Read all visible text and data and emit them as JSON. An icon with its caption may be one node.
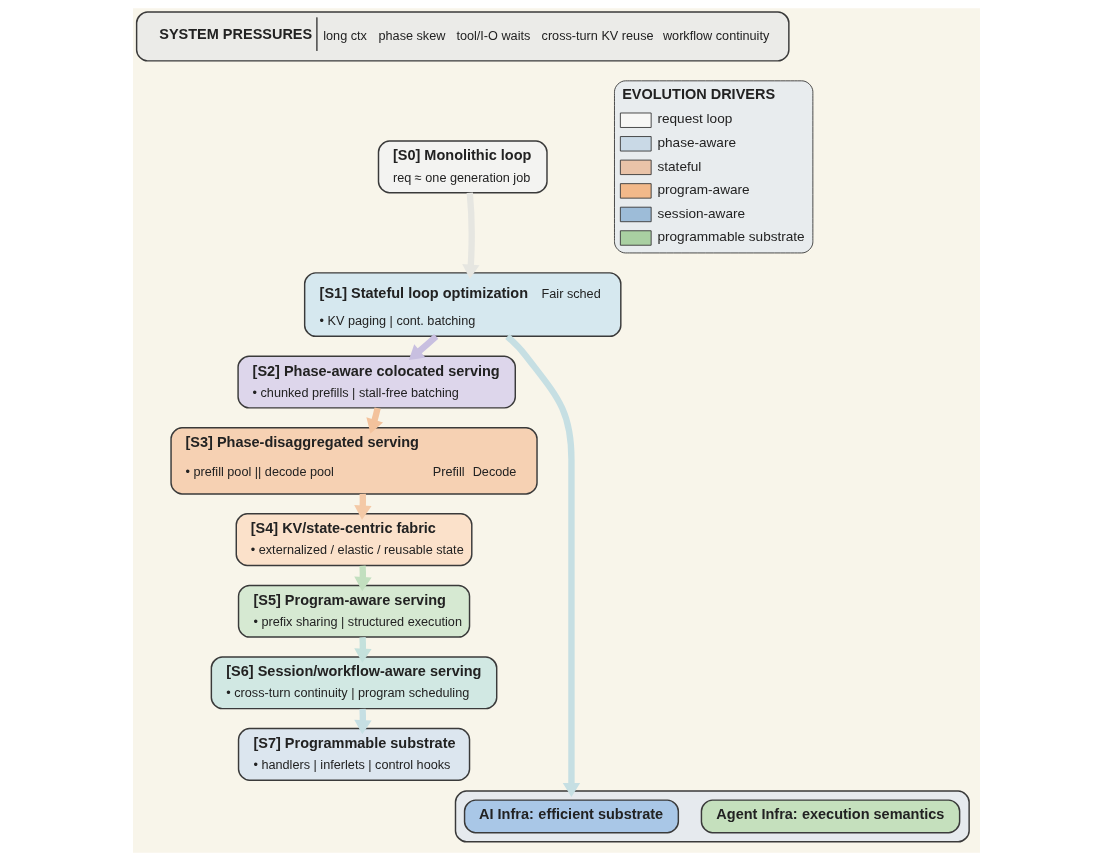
{
  "diagram": {
    "nodes": [
      {
        "text": [
          "SYSTEM PRESSURES",
          "long ctx",
          "phase skew",
          "tool/I-O waits",
          "cross-turn KV reuse",
          "workflow continuity"
        ]
      },
      {
        "text": [
          "[S0] Monolithic loop",
          "req ≈ one generation job"
        ]
      },
      {
        "text": [
          "[S1] Stateful loop optimization",
          "Fair sched",
          "• KV paging | cont. batching"
        ]
      },
      {
        "text": [
          "[S2] Phase-aware colocated serving",
          "• chunked prefills | stall-free batching"
        ]
      },
      {
        "text": [
          "[S3] Phase-disaggregated serving",
          "• prefill pool || decode pool",
          "Prefill",
          "Decode"
        ]
      },
      {
        "text": [
          "[S4] KV/state-centric fabric",
          "• externalized / elastic / reusable state"
        ]
      },
      {
        "text": [
          "[S5] Program-aware serving",
          "• prefix sharing | structured execution"
        ]
      },
      {
        "text": [
          "[S6] Session/workflow-aware serving",
          "• cross-turn continuity | program scheduling"
        ]
      },
      {
        "text": [
          "[S7] Programmable substrate",
          "• handlers | inferlets | control hooks"
        ]
      },
      {
        "text": [],
        "shape": "box"
      },
      {
        "text": [
          "**AI Infra:** efficient substrate"
        ],
        "in": 9
      },
      {
        "text": [
          "**Agent Infra:** execution semantics"
        ],
        "in": 9
      }
    ],
    "edges": [
      {
        "from": 1,
        "to": 2,
        "arrow": "to",
        "color": "#e6e6e1"
      },
      {
        "from": 2,
        "to": 3,
        "arrow": "to",
        "color": "#c8bfe0"
      },
      {
        "from": 2,
        "to": 9,
        "arrow": "to",
        "color": "#c6dfe3"
      },
      {
        "from": 3,
        "to": 4,
        "arrow": "to",
        "color": "#f3c29c"
      },
      {
        "from": 4,
        "to": 5,
        "arrow": "to",
        "color": "#f4c9a6"
      },
      {
        "from": 5,
        "to": 6,
        "arrow": "to",
        "color": "#c2dfbf"
      },
      {
        "from": 6,
        "to": 7,
        "arrow": "to",
        "color": "#c4e1dc"
      },
      {
        "from": 7,
        "to": 8,
        "arrow": "to",
        "color": "#c6dfe3"
      }
    ],
    "labels": [
      "EVOLUTION DRIVERS"
    ],
    "legend": [
      {
        "text": "request loop",
        "color": "#f7f7f5"
      },
      {
        "text": "phase-aware",
        "color": "#c9d9e6"
      },
      {
        "text": "stateful",
        "color": "#e9c3a8"
      },
      {
        "text": "program-aware",
        "color": "#f2b98a"
      },
      {
        "text": "session-aware",
        "color": "#9dbcd8"
      },
      {
        "text": "programmable substrate",
        "color": "#a9d0a2"
      }
    ]
  }
}
